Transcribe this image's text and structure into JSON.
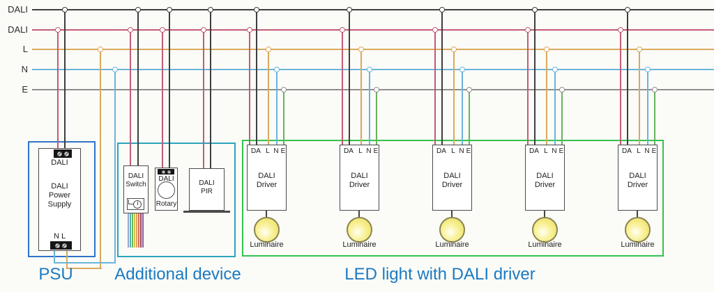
{
  "buses": [
    {
      "name": "dali-bus-1",
      "label": "DALI",
      "color": "#3e3e3e"
    },
    {
      "name": "dali-bus-2",
      "label": "DALI",
      "color": "#c25b74"
    },
    {
      "name": "line-bus",
      "label": "L",
      "color": "#d9a95c"
    },
    {
      "name": "neutral-bus",
      "label": "N",
      "color": "#6ab4da"
    },
    {
      "name": "earth-bus",
      "label": "E",
      "color": "#8f8f8f"
    }
  ],
  "psu": {
    "caption": "PSU",
    "box_color": "#2d74c9",
    "top_terminal_label": "DALI",
    "body_lines": [
      "DALI",
      "Power",
      "Supply"
    ],
    "bottom_terminal_label": "N L"
  },
  "additional": {
    "caption": "Additional device",
    "box_color": "#2ba4bd",
    "switch_lines": [
      "DALI",
      "Switch"
    ],
    "rotary_top": "DALI",
    "rotary_bottom": "Rotary",
    "pir_lines": [
      "DALI",
      "PIR"
    ],
    "ribbon_colors": [
      "#90a8c6",
      "#54b4ae",
      "#6ab55c",
      "#ccc04e",
      "#dca650",
      "#d2685a",
      "#a8404e",
      "#8a5f9e"
    ]
  },
  "led": {
    "caption": "LED light with DALI driver",
    "box_color": "#33c24e",
    "driver_count": 5,
    "terminals": [
      "DA",
      "L",
      "N",
      "E"
    ],
    "driver_lines": [
      "DALI",
      "Driver"
    ],
    "luminaire_label": "Luminaire",
    "earth_wire_color": "#66b25e",
    "luminaire_colors": {
      "core": "#fffff4",
      "mid": "#f8f093",
      "edge": "#e8da5e",
      "border": "#8a8450"
    }
  },
  "caption_color": "#1b7ac2"
}
